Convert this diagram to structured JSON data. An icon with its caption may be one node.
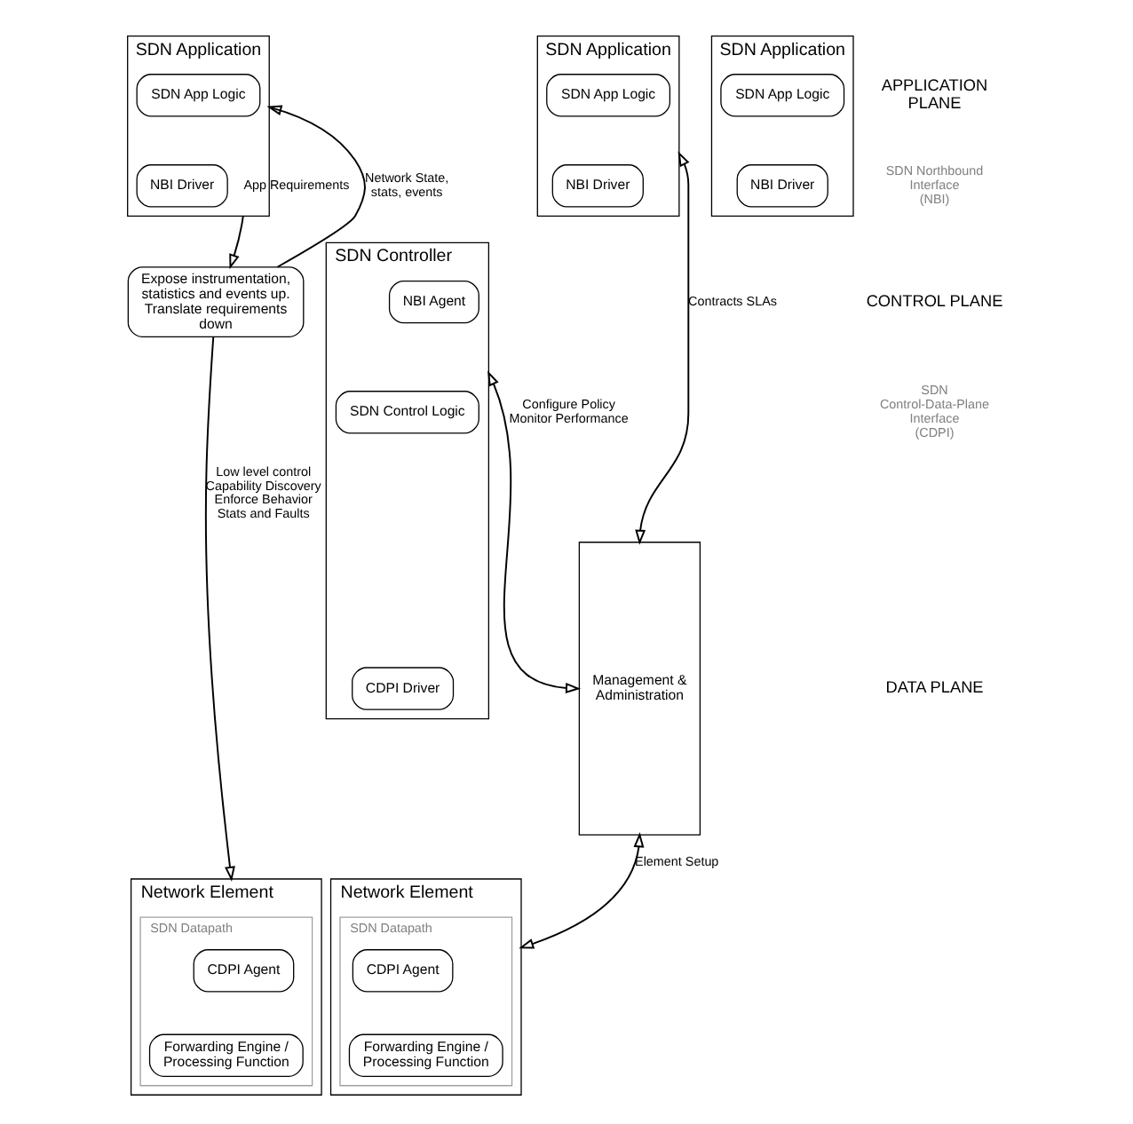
{
  "diagram": {
    "nodes": [
      {
        "text": [
          "SDN Application"
        ]
      },
      {
        "text": [
          "SDN App Logic"
        ],
        "in": 0
      },
      {
        "text": [
          "NBI Driver"
        ],
        "in": 0
      },
      {
        "text": [
          "SDN Application"
        ]
      },
      {
        "text": [
          "SDN App Logic"
        ],
        "in": 3
      },
      {
        "text": [
          "NBI Driver"
        ],
        "in": 3
      },
      {
        "text": [
          "SDN Application"
        ]
      },
      {
        "text": [
          "SDN App Logic"
        ],
        "in": 6
      },
      {
        "text": [
          "NBI Driver"
        ],
        "in": 6
      },
      {
        "text": [
          "Management & Administration"
        ]
      },
      {
        "text": [
          "SDN Controller"
        ]
      },
      {
        "text": [
          "NBI Agent"
        ],
        "in": 10
      },
      {
        "text": [
          "SDN Control Logic"
        ],
        "in": 10
      },
      {
        "text": [
          "CDPI Driver"
        ],
        "in": 10
      },
      {
        "text": [
          "Expose instrumentation, statistics and events up. Translate requirements down"
        ]
      },
      {
        "text": [
          "Network Element"
        ]
      },
      {
        "text": [
          "SDN Datapath"
        ],
        "in": 15
      },
      {
        "text": [
          "CDPI Agent"
        ],
        "in": 16
      },
      {
        "text": [
          "Forwarding Engine / Processing Function"
        ],
        "in": 16
      },
      {
        "text": [
          "Network Element"
        ]
      },
      {
        "text": [
          "SDN Datapath"
        ],
        "in": 19
      },
      {
        "text": [
          "CDPI Agent"
        ],
        "in": 20
      },
      {
        "text": [
          "Forwarding Engine / Processing Function"
        ],
        "in": 20
      }
    ],
    "edges": [
      {
        "from": 0,
        "to": 14,
        "arrow": "to",
        "label": "App Requirements"
      },
      {
        "from": 14,
        "to": 0,
        "arrow": "to",
        "label": "Network State, stats, events"
      },
      {
        "from": 14,
        "to": 15,
        "arrow": "to",
        "label": "Low level control Capability Discovery Enforce Behavior Stats and Faults"
      },
      {
        "from": 6,
        "to": 9,
        "arrow": "both",
        "label": "Contracts SLAs"
      },
      {
        "from": 10,
        "to": 9,
        "arrow": "both",
        "label": "Configure Policy Monitor Performance"
      },
      {
        "from": 19,
        "to": 9,
        "arrow": "both",
        "label": "Element Setup"
      }
    ],
    "labels": [
      "APPLICATION PLANE",
      "SDN Northbound Interface (NBI)",
      "CONTROL PLANE",
      "SDN Control-Data-Plane Interface (CDPI)",
      "DATA PLANE"
    ]
  }
}
